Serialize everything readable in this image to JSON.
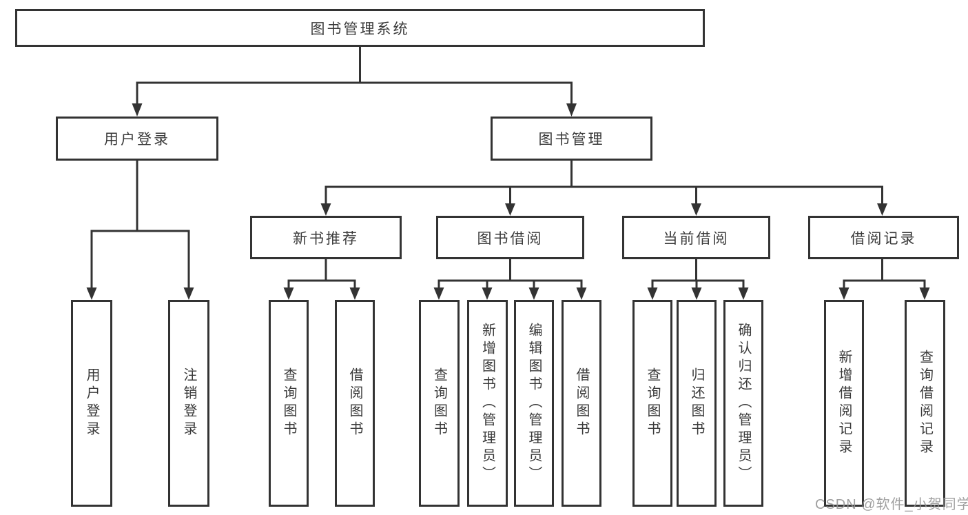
{
  "diagram": {
    "root": {
      "label": "图书管理系统"
    },
    "branches": [
      {
        "label": "用户登录",
        "children": [
          {
            "label": "用户登录"
          },
          {
            "label": "注销登录"
          }
        ]
      },
      {
        "label": "图书管理",
        "children": [
          {
            "label": "新书推荐",
            "children": [
              {
                "label": "查询图书"
              },
              {
                "label": "借阅图书"
              }
            ]
          },
          {
            "label": "图书借阅",
            "children": [
              {
                "label": "查询图书"
              },
              {
                "label": "新增图书（管理员）"
              },
              {
                "label": "编辑图书（管理员）"
              },
              {
                "label": "借阅图书"
              }
            ]
          },
          {
            "label": "当前借阅",
            "children": [
              {
                "label": "查询图书"
              },
              {
                "label": "归还图书"
              },
              {
                "label": "确认归还（管理员）"
              }
            ]
          },
          {
            "label": "借阅记录",
            "children": [
              {
                "label": "新增借阅记录"
              },
              {
                "label": "查询借阅记录"
              }
            ]
          }
        ]
      }
    ]
  },
  "watermark": {
    "text": "CSDN @软件_小贺同学"
  },
  "colors": {
    "line": "#333333",
    "border": "#333333",
    "text": "#3a3a3a",
    "background": "#ffffff",
    "watermark": "#969696"
  }
}
